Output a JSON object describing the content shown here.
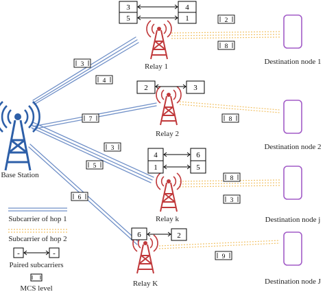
{
  "colors": {
    "hop1": "#6f8fc7",
    "hop2": "#f2c266",
    "relay": "#c0393b",
    "base": "#2d5fa8",
    "phone": "#a25cc7"
  },
  "base_station": {
    "label": "Base Station"
  },
  "relays": [
    {
      "label": "Relay 1",
      "pairs": [
        [
          "3",
          "4"
        ],
        [
          "5",
          "1"
        ]
      ],
      "hop1_mcs": [
        "3",
        "4"
      ],
      "hop2_mcs": [
        "2",
        "8"
      ]
    },
    {
      "label": "Relay 2",
      "pairs": [
        [
          "2",
          "3"
        ]
      ],
      "hop1_mcs": [
        "7"
      ],
      "hop2_mcs": [
        "8"
      ]
    },
    {
      "label": "Relay k",
      "pairs": [
        [
          "4",
          "6"
        ],
        [
          "1",
          "5"
        ]
      ],
      "hop1_mcs": [
        "3",
        "5"
      ],
      "hop2_mcs": [
        "8",
        "3"
      ]
    },
    {
      "label": "Relay K",
      "pairs": [
        [
          "6",
          "2"
        ]
      ],
      "hop1_mcs": [
        "6"
      ],
      "hop2_mcs": [
        "9"
      ]
    }
  ],
  "destinations": [
    {
      "label": "Destination node 1"
    },
    {
      "label": "Destination node 2"
    },
    {
      "label": "Destination node j"
    },
    {
      "label": "Destination node J"
    }
  ],
  "legend": {
    "hop1": "Subcarrier of hop 1",
    "hop2": "Subcarrier of hop 2",
    "paired": "Paired subcarriers",
    "paired_symbol": "-",
    "mcs": "MCS level"
  }
}
